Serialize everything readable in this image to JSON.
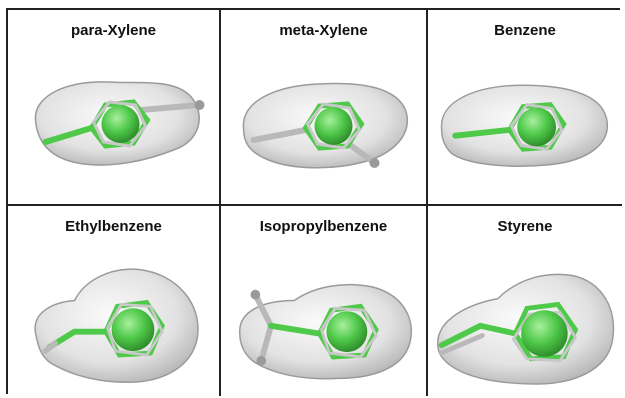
{
  "panels": [
    {
      "label": "para-Xylene"
    },
    {
      "label": "meta-Xylene"
    },
    {
      "label": "Benzene"
    },
    {
      "label": "Ethylbenzene"
    },
    {
      "label": "Isopropylbenzene"
    },
    {
      "label": "Styrene"
    }
  ],
  "colors": {
    "ligand_green": "#4fc94a",
    "reference_grey": "#b9b9b9",
    "surface_grey": "#e6e6e6",
    "border": "#222222"
  }
}
